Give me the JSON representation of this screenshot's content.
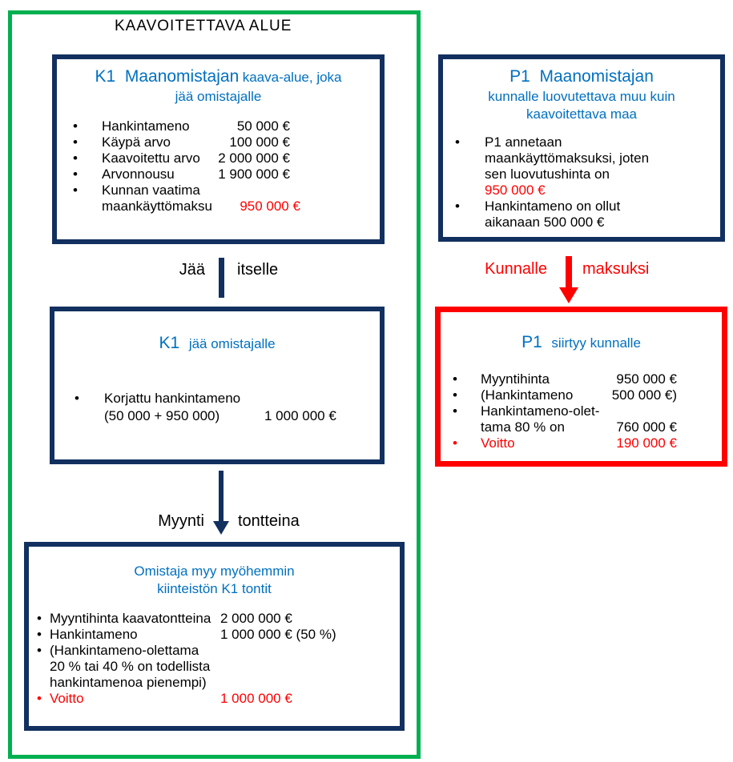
{
  "colors": {
    "green": "#00B050",
    "navy": "#12305F",
    "blue": "#0070C0",
    "red": "#FF0000"
  },
  "area_title": "KAAVOITETTAVA ALUE",
  "k1_top": {
    "code": "K1",
    "name": "Maanomistajan",
    "subtitle1": "kaava-alue, joka",
    "subtitle2": "jää omistajalle",
    "bullet": "•",
    "rows": [
      {
        "label": "Hankintameno",
        "value": "50 000 €"
      },
      {
        "label": "Käypä arvo",
        "value": "100 000 €"
      },
      {
        "label": "Kaavoitettu arvo",
        "value": "2 000 000 €"
      },
      {
        "label": "Arvonnousu",
        "value": "1 900 000 €"
      },
      {
        "label": "Kunnan vaatima",
        "label2": "maankäyttömaksu",
        "value": "950 000 €"
      }
    ]
  },
  "arrow_jaa": {
    "left_label": "Jää",
    "right_label": "itselle"
  },
  "k1_mid": {
    "code": "K1",
    "subtitle": "jää omistajalle",
    "bullet": "•",
    "line1": "Korjattu hankintameno",
    "line2": "(50 000 + 950 000)",
    "value": "1 000 000 €"
  },
  "arrow_myynti": {
    "left_label": "Myynti",
    "right_label": "tontteina"
  },
  "k1_bottom": {
    "title1": "Omistaja myy myöhemmin",
    "title2": "kiinteistön K1 tontit",
    "bullet": "•",
    "rows": [
      {
        "label": "Myyntihinta kaavatontteina",
        "value": "2 000 000 €"
      },
      {
        "label": "Hankintameno",
        "value": "1 000 000 €  (50 %)"
      },
      {
        "label": "(Hankintameno-olettama",
        "label2": "20 % tai 40 % on todellista",
        "label3": "hankintamenoa pienempi)"
      },
      {
        "label": "Voitto",
        "value": "1 000 000 €"
      }
    ]
  },
  "p1_top": {
    "code": "P1",
    "name": "Maanomistajan",
    "subtitle1": "kunnalle luovutettava muu kuin",
    "subtitle2": "kaavoitettava maa",
    "bullet": "•",
    "bullet1_lines": [
      "P1 annetaan",
      "maankäyttömaksuksi, joten",
      "sen luovutushinta on"
    ],
    "bullet1_red_value": "950 000 €",
    "bullet2_lines": [
      "Hankintameno on ollut",
      "aikanaan 500 000 €"
    ]
  },
  "arrow_kunnalle": {
    "left_label": "Kunnalle",
    "right_label": "maksuksi"
  },
  "p1_bottom": {
    "code": "P1",
    "subtitle": "siirtyy kunnalle",
    "bullet": "•",
    "rows": [
      {
        "label": "Myyntihinta",
        "value": "950 000 €"
      },
      {
        "label": "(Hankintameno",
        "value": "500 000 €)"
      },
      {
        "label": "Hankintameno-olet-",
        "label2": "tama 80 % on",
        "value": "760 000 €"
      },
      {
        "label": "Voitto",
        "value": "190 000 €"
      }
    ]
  }
}
